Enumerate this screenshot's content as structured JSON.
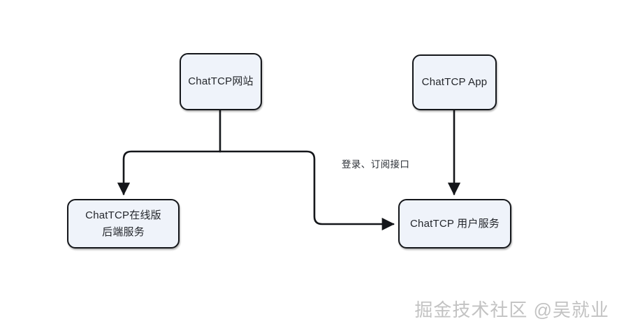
{
  "diagram": {
    "background_color": "#ffffff",
    "node_fill_color": "#eff3fa",
    "node_border_color": "#14161a",
    "connector_color": "#14161a",
    "nodes": [
      {
        "id": "site",
        "label": "ChatTCP网站"
      },
      {
        "id": "app",
        "label": "ChatTCP App"
      },
      {
        "id": "online",
        "label": "ChatTCP在线版\n后端服务"
      },
      {
        "id": "user",
        "label": "ChatTCP 用户服务"
      }
    ],
    "edges": [
      {
        "from": "site",
        "to": "online",
        "label": ""
      },
      {
        "from": "site",
        "to": "user",
        "label": "登录、订阅接口"
      },
      {
        "from": "app",
        "to": "user",
        "label": ""
      }
    ],
    "edge_labels": {
      "login_subscribe": "登录、订阅接口"
    }
  },
  "watermark": {
    "text": "掘金技术社区 @吴就业",
    "color": "#bdbdbd"
  }
}
